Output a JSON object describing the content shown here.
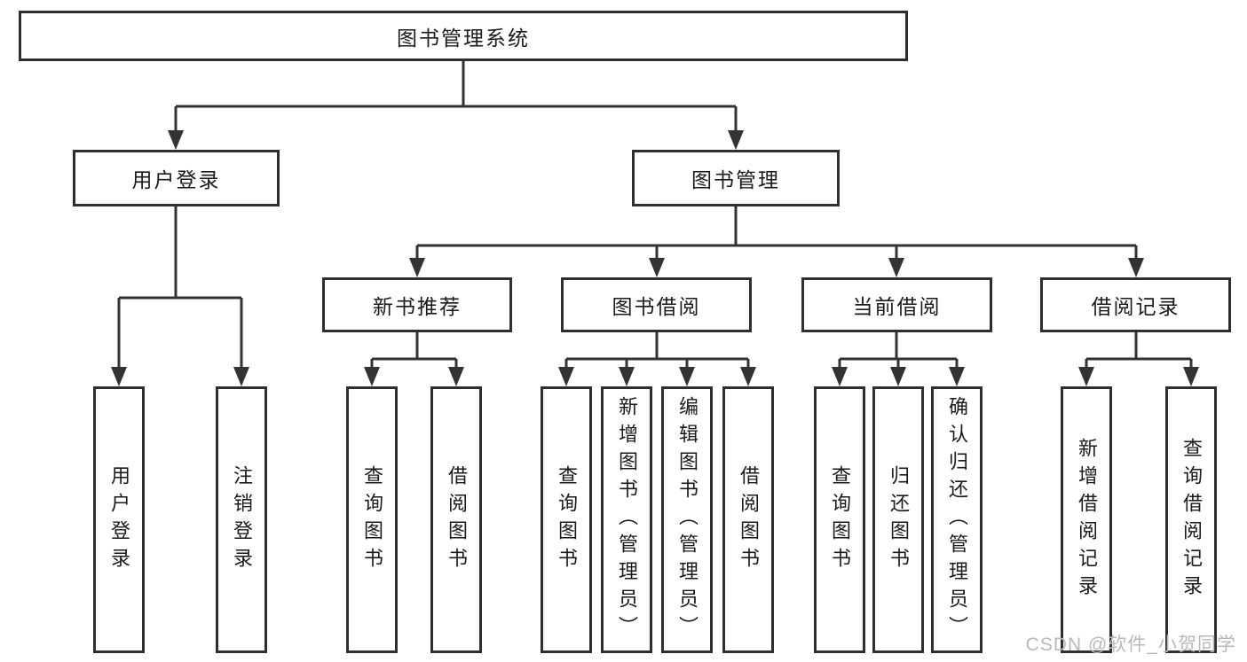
{
  "diagram_title": "图书管理系统",
  "watermark": "CSDN @软件_小贺同学",
  "colors": {
    "line": "#333333",
    "box_border": "#2f2f2f",
    "box_background": "#ffffff",
    "text": "#1a1a1a",
    "watermark": "#b9b9b9"
  },
  "tree": {
    "label": "图书管理系统",
    "children": [
      {
        "label": "用户登录",
        "children": [
          {
            "label": "用户登录"
          },
          {
            "label": "注销登录"
          }
        ]
      },
      {
        "label": "图书管理",
        "children": [
          {
            "label": "新书推荐",
            "children": [
              {
                "label": "查询图书"
              },
              {
                "label": "借阅图书"
              }
            ]
          },
          {
            "label": "图书借阅",
            "children": [
              {
                "label": "查询图书"
              },
              {
                "label": "新增图书（管理员）"
              },
              {
                "label": "编辑图书（管理员）"
              },
              {
                "label": "借阅图书"
              }
            ]
          },
          {
            "label": "当前借阅",
            "children": [
              {
                "label": "查询图书"
              },
              {
                "label": "归还图书"
              },
              {
                "label": "确认归还（管理员）"
              }
            ]
          },
          {
            "label": "借阅记录",
            "children": [
              {
                "label": "新增借阅记录"
              },
              {
                "label": "查询借阅记录"
              }
            ]
          }
        ]
      }
    ]
  }
}
